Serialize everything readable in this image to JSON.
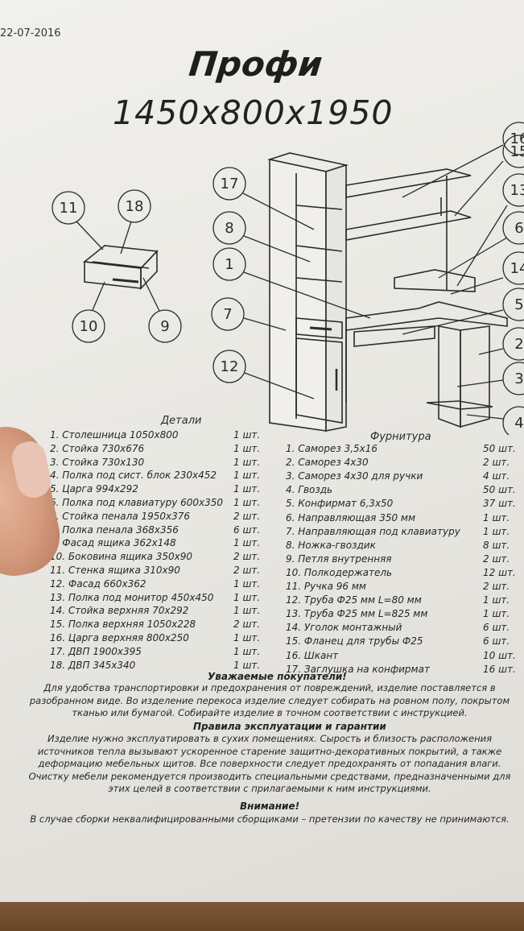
{
  "header": {
    "date": "22-07-2016",
    "title": "Профи",
    "dimensions": "1450x800x1950"
  },
  "callouts": {
    "drawer": [
      "11",
      "18",
      "10",
      "9"
    ],
    "left": [
      "17",
      "8",
      "1",
      "7",
      "12"
    ],
    "right": [
      "16",
      "15",
      "13",
      "6",
      "14",
      "5",
      "2",
      "3",
      "4"
    ]
  },
  "details": {
    "heading": "Детали",
    "items": [
      {
        "name": "1. Столешница 1050x800",
        "qty": "1 шт."
      },
      {
        "name": "2. Стойка 730x676",
        "qty": "1 шт."
      },
      {
        "name": "3. Стойка 730x130",
        "qty": "1 шт."
      },
      {
        "name": "4. Полка под сист. блок 230x452",
        "qty": "1 шт."
      },
      {
        "name": "5. Царга 994x292",
        "qty": "1 шт."
      },
      {
        "name": "6. Полка под клавиатуру 600x350",
        "qty": "1 шт."
      },
      {
        "name": "7. Стойка пенала 1950x376",
        "qty": "2 шт."
      },
      {
        "name": "8. Полка пенала 368x356",
        "qty": "6 шт."
      },
      {
        "name": "9. Фасад ящика 362x148",
        "qty": "1 шт."
      },
      {
        "name": "10. Боковина ящика 350x90",
        "qty": "2 шт."
      },
      {
        "name": "11. Стенка ящика 310x90",
        "qty": "2 шт."
      },
      {
        "name": "12. Фасад 660x362",
        "qty": "1 шт."
      },
      {
        "name": "13. Полка под монитор 450x450",
        "qty": "1 шт."
      },
      {
        "name": "14. Стойка верхняя 70x292",
        "qty": "1 шт."
      },
      {
        "name": "15. Полка верхняя 1050x228",
        "qty": "2 шт."
      },
      {
        "name": "16. Царга верхняя 800x250",
        "qty": "1 шт."
      },
      {
        "name": "17. ДВП 1900x395",
        "qty": "1 шт."
      },
      {
        "name": "18. ДВП 345x340",
        "qty": "1 шт."
      }
    ]
  },
  "hardware": {
    "heading": "Фурнитура",
    "items": [
      {
        "name": "1. Саморез 3,5x16",
        "qty": "50 шт."
      },
      {
        "name": "2. Саморез 4x30",
        "qty": "2 шт."
      },
      {
        "name": "3. Саморез 4x30 для ручки",
        "qty": "4 шт."
      },
      {
        "name": "4. Гвоздь",
        "qty": "50 шт."
      },
      {
        "name": "5. Конфирмат 6,3x50",
        "qty": "37 шт."
      },
      {
        "name": "6. Направляющая 350 мм",
        "qty": "1 шт."
      },
      {
        "name": "7. Направляющая под клавиатуру",
        "qty": "1 шт."
      },
      {
        "name": "8. Ножка-гвоздик",
        "qty": "8 шт."
      },
      {
        "name": "9. Петля внутренняя",
        "qty": "2 шт."
      },
      {
        "name": "10. Полкодержатель",
        "qty": "12 шт."
      },
      {
        "name": "11. Ручка 96 мм",
        "qty": "2 шт."
      },
      {
        "name": "12. Труба Ф25 мм L=80 мм",
        "qty": "1 шт."
      },
      {
        "name": "13. Труба Ф25 мм L=825 мм",
        "qty": "1 шт."
      },
      {
        "name": "14. Уголок монтажный",
        "qty": "6 шт."
      },
      {
        "name": "15. Фланец для трубы Ф25",
        "qty": "6 шт."
      },
      {
        "name": "16. Шкант",
        "qty": "10 шт."
      },
      {
        "name": "17. Заглушка на конфирмат",
        "qty": "16 шт."
      }
    ]
  },
  "notice": {
    "heading": "Уважаемые покупатели!",
    "lines": [
      "Для удобства транспортировки и предохранения от повреждений, изделие поставляется в",
      "разобранном виде. Во изделение перекоса изделие следует собирать на ровном полу, покрытом",
      "тканью или бумагой. Собирайте изделие в точном соответствии с инструкцией."
    ]
  },
  "rules": {
    "heading": "Правила эксплуатации и гарантии",
    "lines": [
      "Изделие нужно эксплуатировать в сухих помещениях. Сырость и близость расположения",
      "источников тепла вызывают ускоренное старение защитно-декоративных покрытий, а также",
      "деформацию мебельных щитов. Все поверхности следует предохранять от попадания влаги.",
      "Очистку мебели рекомендуется производить специальными средствами, предназначенными для",
      "этих целей в соответствии с прилагаемыми к ним инструкциями."
    ]
  },
  "warning": {
    "heading": "Внимание!",
    "text": "В случае сборки неквалифицированными сборщиками – претензии по качеству не принимаются."
  }
}
